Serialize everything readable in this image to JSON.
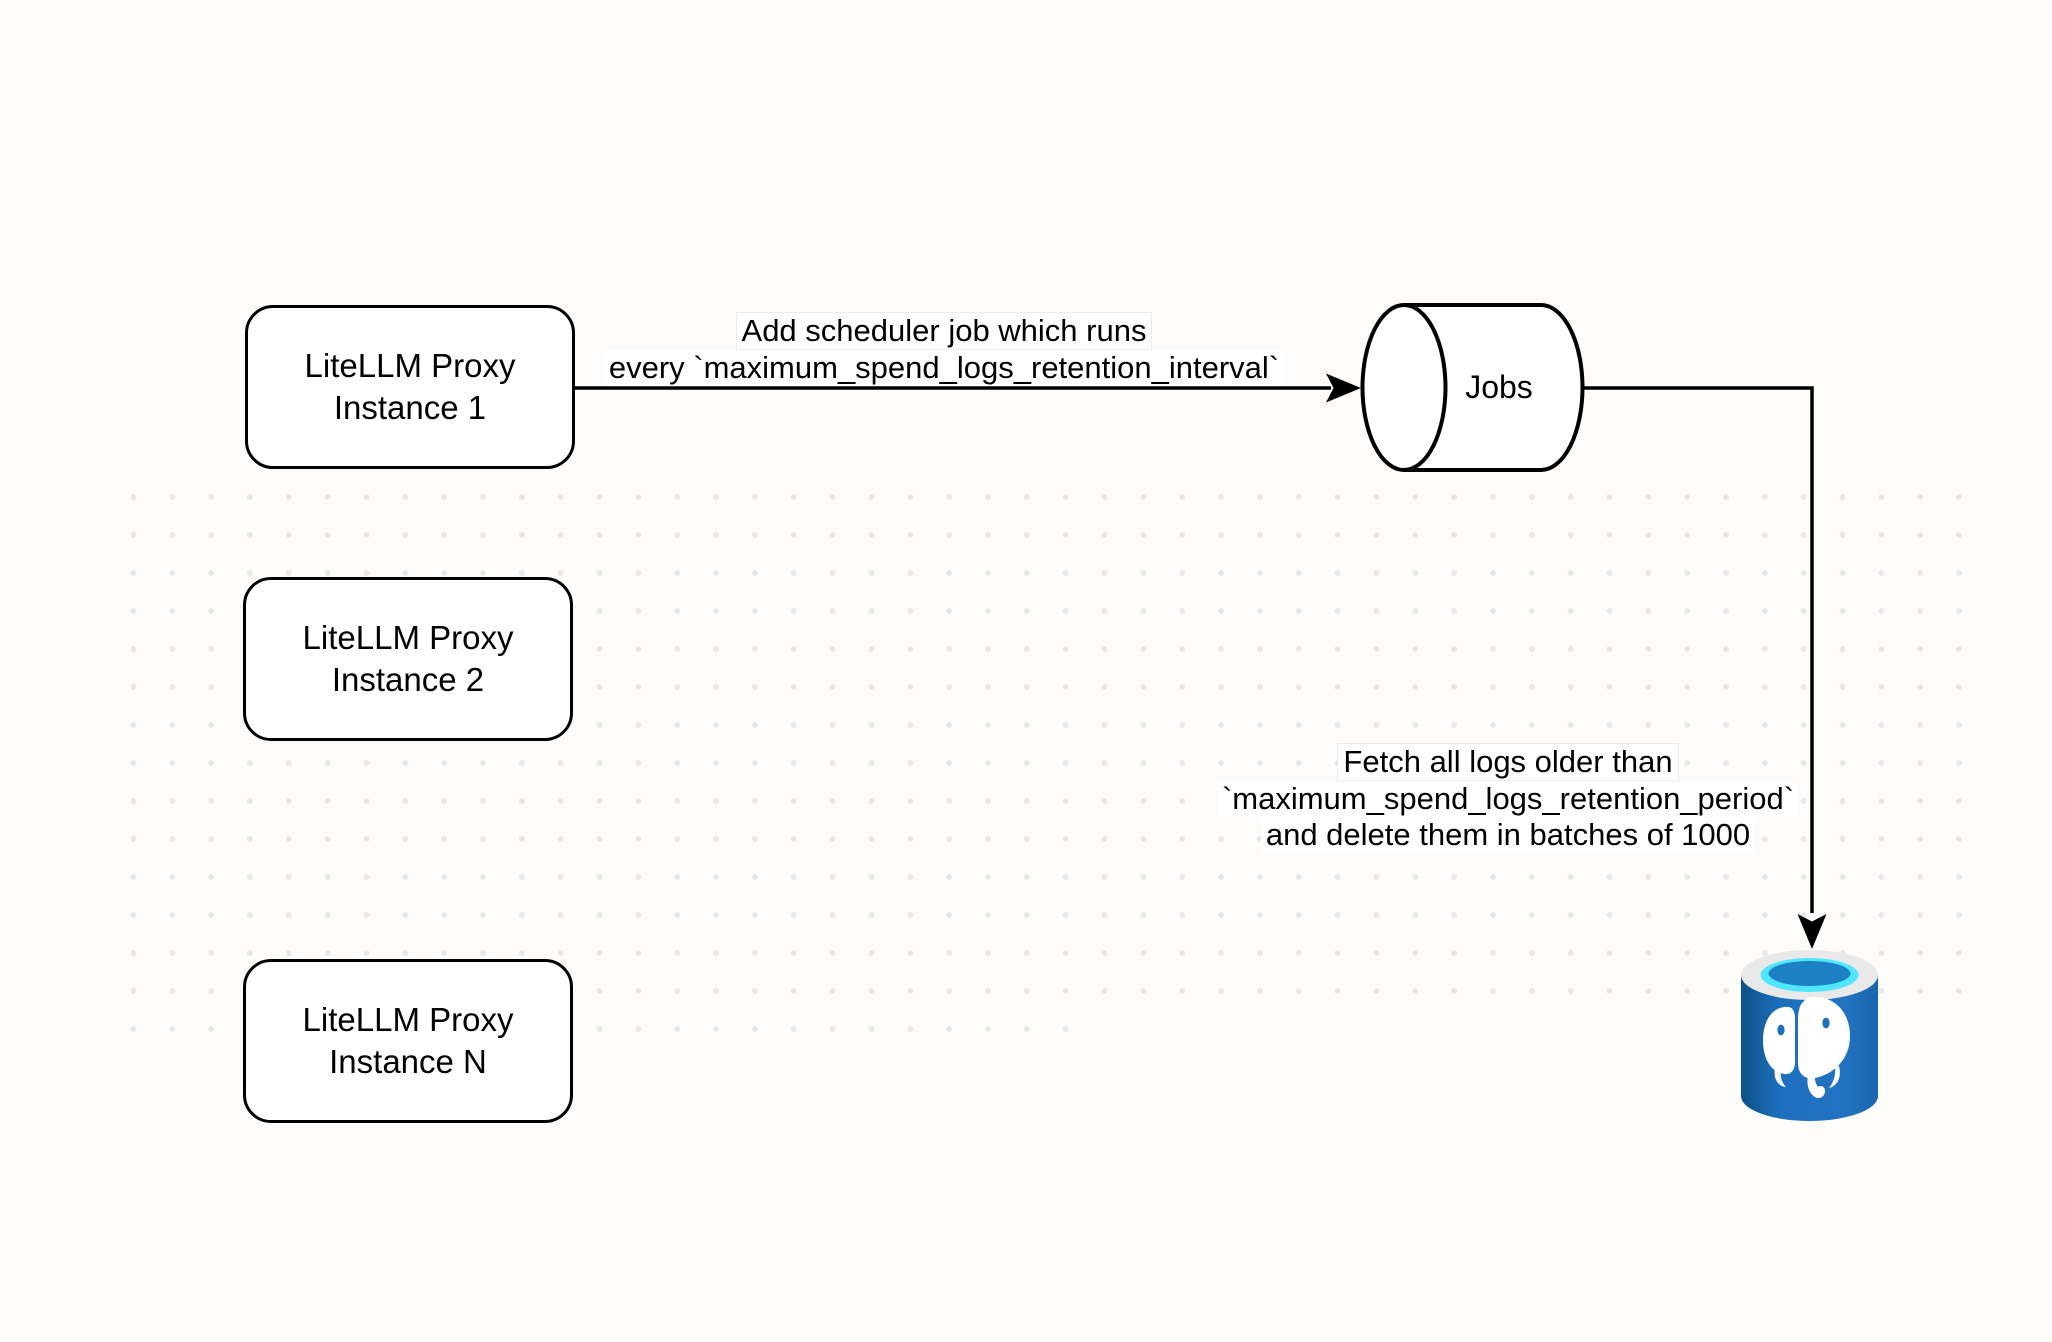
{
  "canvas": {
    "background": "#fdfcfb",
    "grid_dot_color": "#e7e7e7"
  },
  "nodes": {
    "proxy1": {
      "line1": "LiteLLM Proxy",
      "line2": "Instance 1"
    },
    "proxy2": {
      "line1": "LiteLLM Proxy",
      "line2": "Instance 2"
    },
    "proxyN": {
      "line1": "LiteLLM Proxy",
      "line2": "Instance N"
    },
    "jobs": {
      "label": "Jobs",
      "shape": "horizontal-cylinder"
    },
    "database": {
      "icon": "postgresql-database-icon"
    }
  },
  "edges": {
    "scheduler": {
      "from": "proxy1",
      "to": "jobs",
      "label_line1": "Add scheduler job which runs",
      "label_line2": "every `maximum_spend_logs_retention_interval`"
    },
    "cleanup": {
      "from": "jobs",
      "to": "database",
      "label_line1": "Fetch all logs older than",
      "label_line2": "`maximum_spend_logs_retention_period`",
      "label_line3": "and delete them in batches of 1000"
    }
  },
  "colors": {
    "shape_stroke": "#000000",
    "shape_fill": "#ffffff",
    "db_body": "#1e6fbe",
    "db_body_dark": "#0d5287",
    "db_ring": "#e9e9e9",
    "db_water_top": "#50e6ff",
    "db_water_deep": "#1b80c4",
    "db_elephant": "#ffffff"
  }
}
